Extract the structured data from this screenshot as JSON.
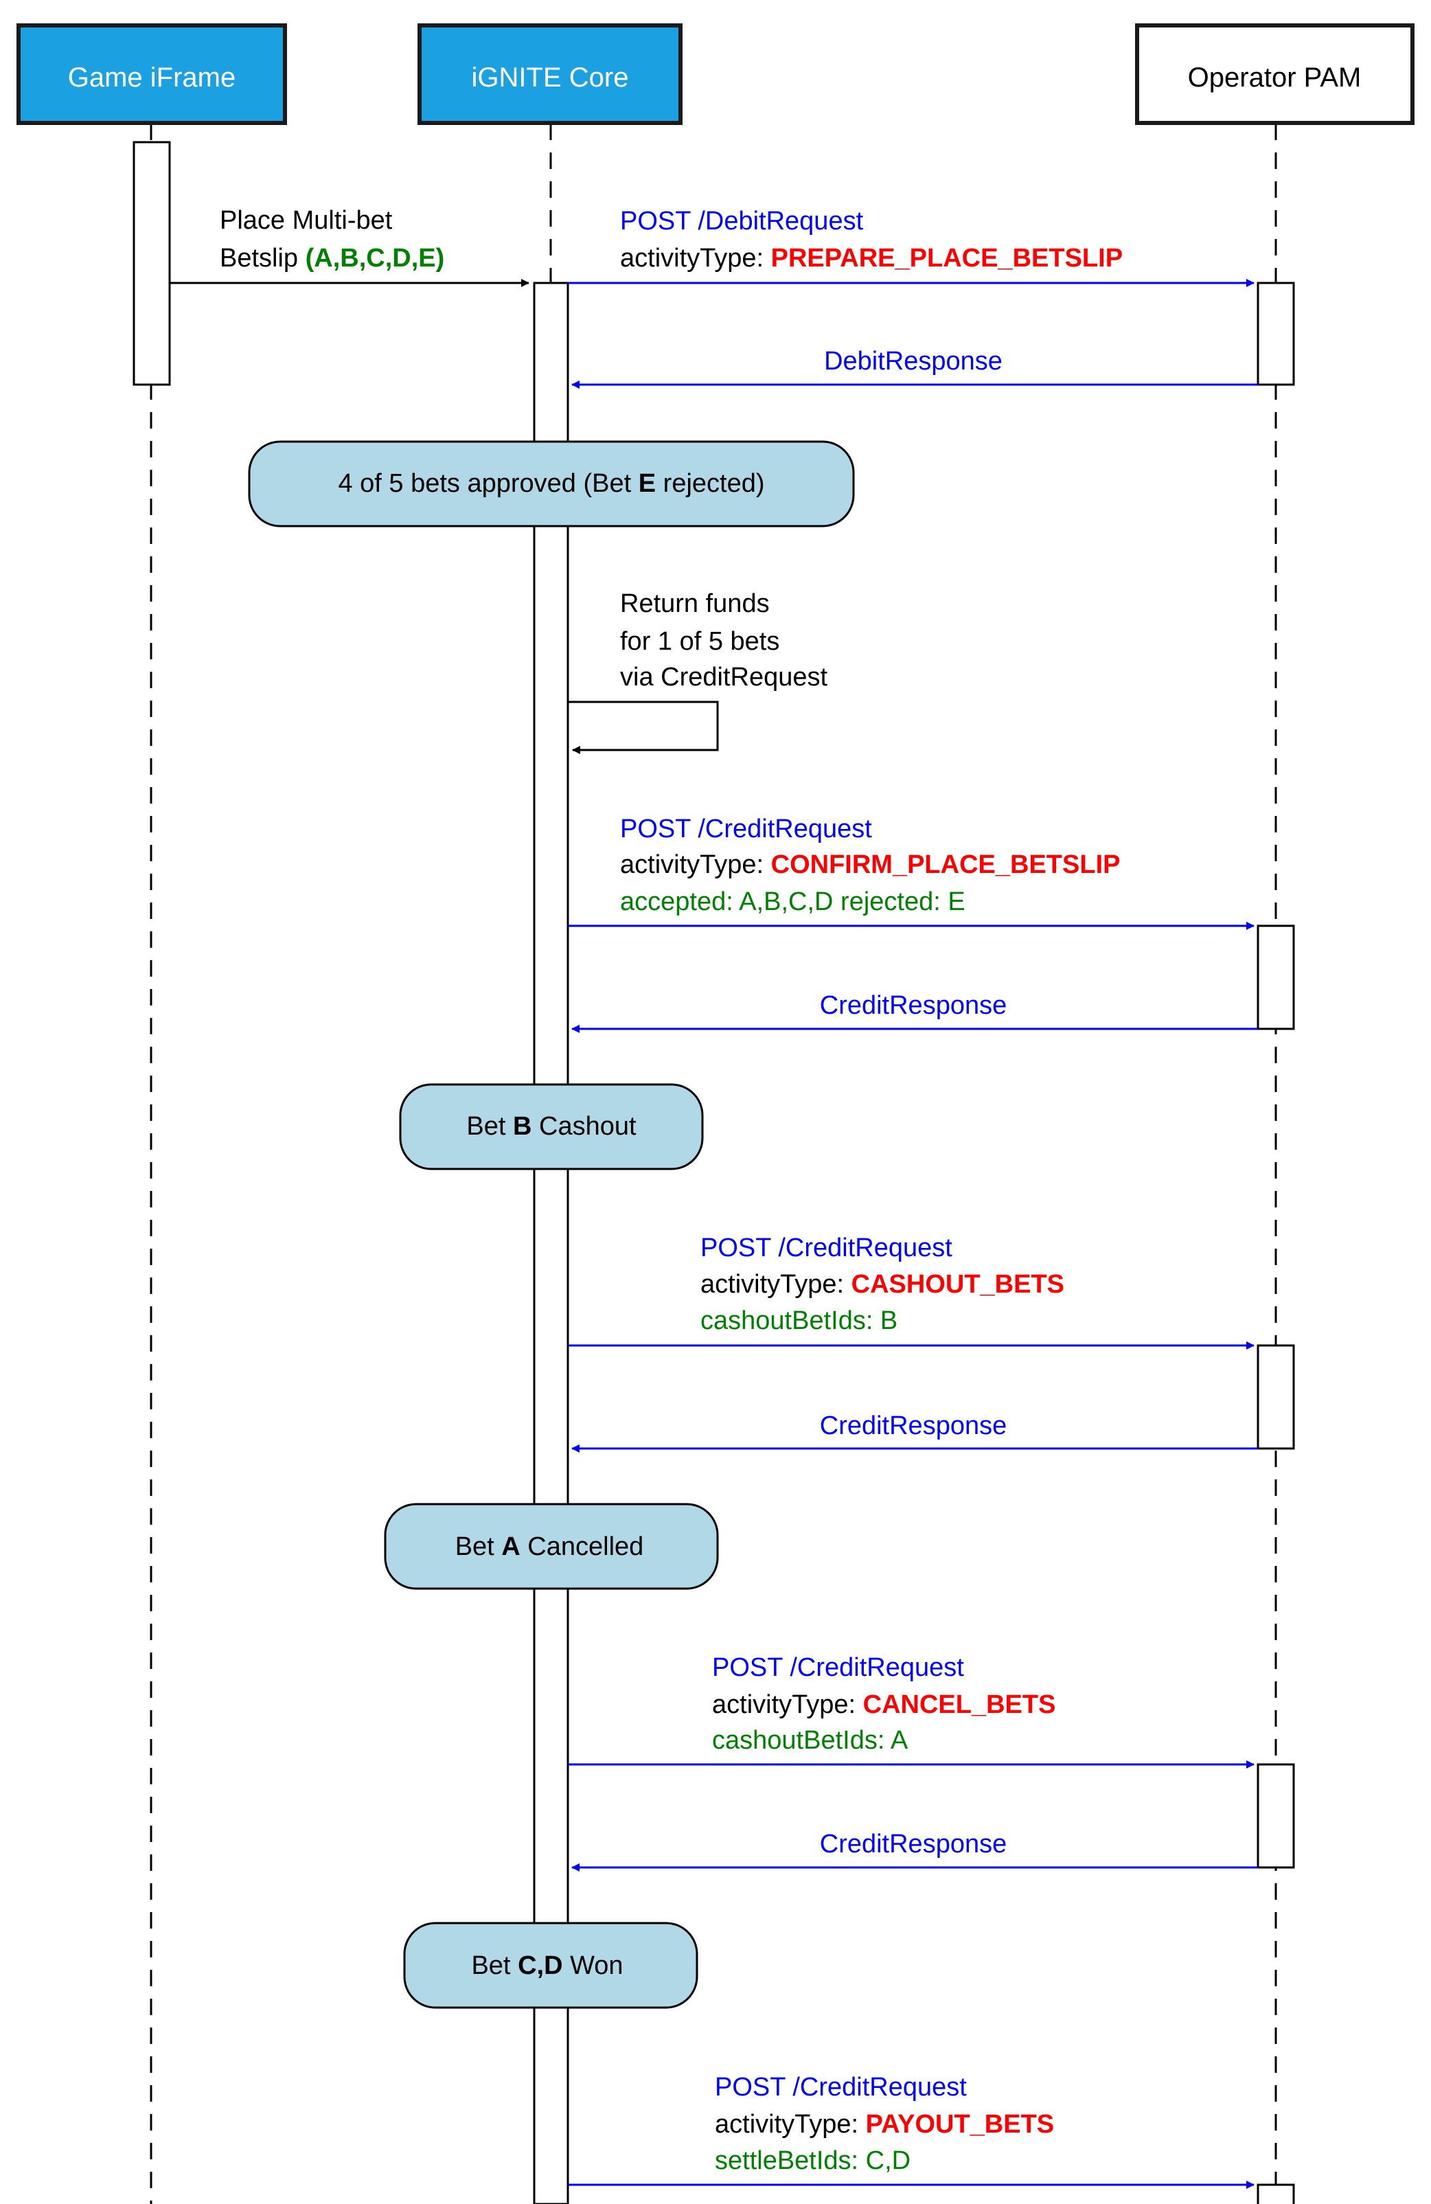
{
  "participants": {
    "game_iframe": "Game iFrame",
    "ignite_core": "iGNITE Core",
    "operator_pam": "Operator PAM"
  },
  "messages": {
    "place_multibet": {
      "line1": "Place Multi-bet",
      "line2_prefix": "Betslip ",
      "line2_ids": "(A,B,C,D,E)"
    },
    "debit_request": {
      "endpoint": "POST /DebitRequest",
      "activity_prefix": "activityType: ",
      "activity": "PREPARE_PLACE_BETSLIP"
    },
    "debit_response": "DebitResponse",
    "return_funds": {
      "line1": "Return funds",
      "line2": "for 1 of 5 bets",
      "line3": "via CreditRequest"
    },
    "credit_confirm": {
      "endpoint": "POST /CreditRequest",
      "activity_prefix": "activityType: ",
      "activity": "CONFIRM_PLACE_BETSLIP",
      "detail": "accepted: A,B,C,D rejected: E"
    },
    "credit_response_1": "CreditResponse",
    "credit_cashout": {
      "endpoint": "POST /CreditRequest",
      "activity_prefix": "activityType: ",
      "activity": "CASHOUT_BETS",
      "detail": "cashoutBetIds: B"
    },
    "credit_response_2": "CreditResponse",
    "credit_cancel": {
      "endpoint": "POST /CreditRequest",
      "activity_prefix": "activityType: ",
      "activity": "CANCEL_BETS",
      "detail": "cashoutBetIds: A"
    },
    "credit_response_3": "CreditResponse",
    "credit_payout": {
      "endpoint": "POST /CreditRequest",
      "activity_prefix": "activityType: ",
      "activity": "PAYOUT_BETS",
      "detail": "settleBetIds: C,D"
    }
  },
  "notes": {
    "approved": {
      "prefix": "4 of 5 bets approved (Bet ",
      "bold": "E",
      "suffix": " rejected)"
    },
    "cashout": {
      "prefix": "Bet ",
      "bold": "B",
      "suffix": " Cashout"
    },
    "cancelled": {
      "prefix": "Bet ",
      "bold": "A",
      "suffix": " Cancelled"
    },
    "won": {
      "prefix": "Bet ",
      "bold": "C,D",
      "suffix": " Won"
    }
  },
  "colors": {
    "participant_fill": "#1ba1e2",
    "participant_border": "#1a1a1a",
    "request_blue": "#0000ff",
    "activity_red": "#ff0000",
    "detail_green": "#008000",
    "note_fill": "#b1d8e6"
  }
}
